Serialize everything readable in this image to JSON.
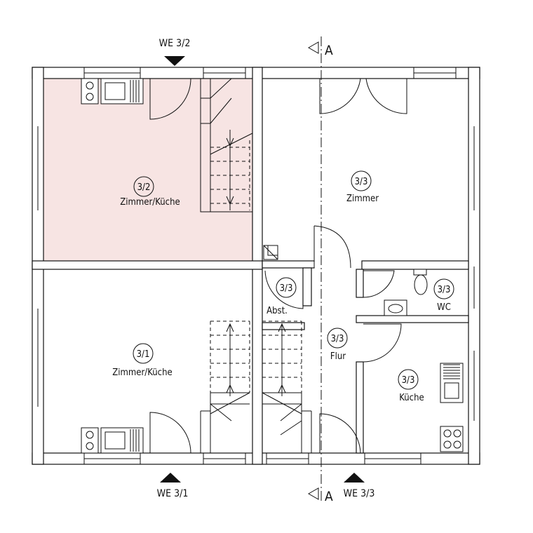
{
  "colors": {
    "highlight_unit": "#f7e4e3",
    "line": "#111111"
  },
  "rooms": [
    {
      "id": "we32",
      "number": "3/2",
      "name": "Zimmer/Küche"
    },
    {
      "id": "we31",
      "number": "3/1",
      "name": "Zimmer/Küche"
    },
    {
      "id": "we33z",
      "number": "3/3",
      "name": "Zimmer"
    },
    {
      "id": "abst",
      "number": "3/3",
      "name": "Abst."
    },
    {
      "id": "flur",
      "number": "3/3",
      "name": "Flur"
    },
    {
      "id": "wc",
      "number": "3/3",
      "name": "WC"
    },
    {
      "id": "kueche",
      "number": "3/3",
      "name": "Küche"
    }
  ],
  "entrances": [
    {
      "id": "we32",
      "label": "WE 3/2"
    },
    {
      "id": "we31",
      "label": "WE 3/1"
    },
    {
      "id": "we33",
      "label": "WE 3/3"
    }
  ],
  "section_marker": {
    "label": "A"
  }
}
